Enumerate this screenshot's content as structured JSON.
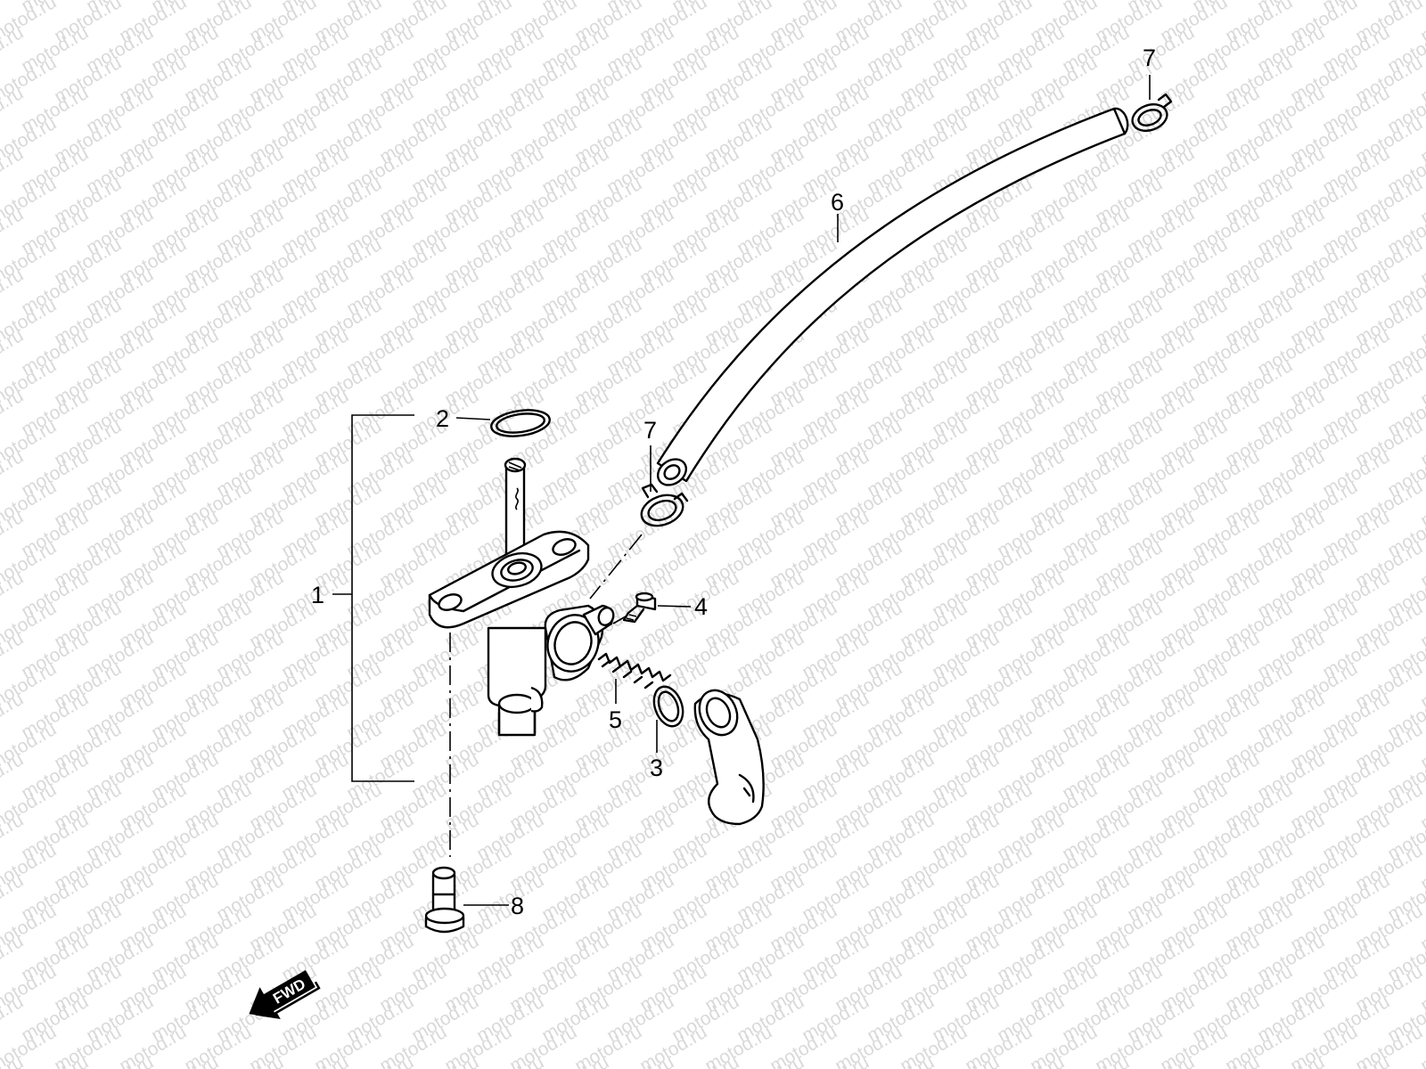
{
  "diagram": {
    "watermark_text": "motod.ru",
    "direction_label": "FWD",
    "callouts": [
      {
        "id": "1",
        "label": "1"
      },
      {
        "id": "2",
        "label": "2"
      },
      {
        "id": "3",
        "label": "3"
      },
      {
        "id": "4",
        "label": "4"
      },
      {
        "id": "5",
        "label": "5"
      },
      {
        "id": "6",
        "label": "6"
      },
      {
        "id": "7a",
        "label": "7"
      },
      {
        "id": "7b",
        "label": "7"
      },
      {
        "id": "8",
        "label": "8"
      }
    ]
  }
}
